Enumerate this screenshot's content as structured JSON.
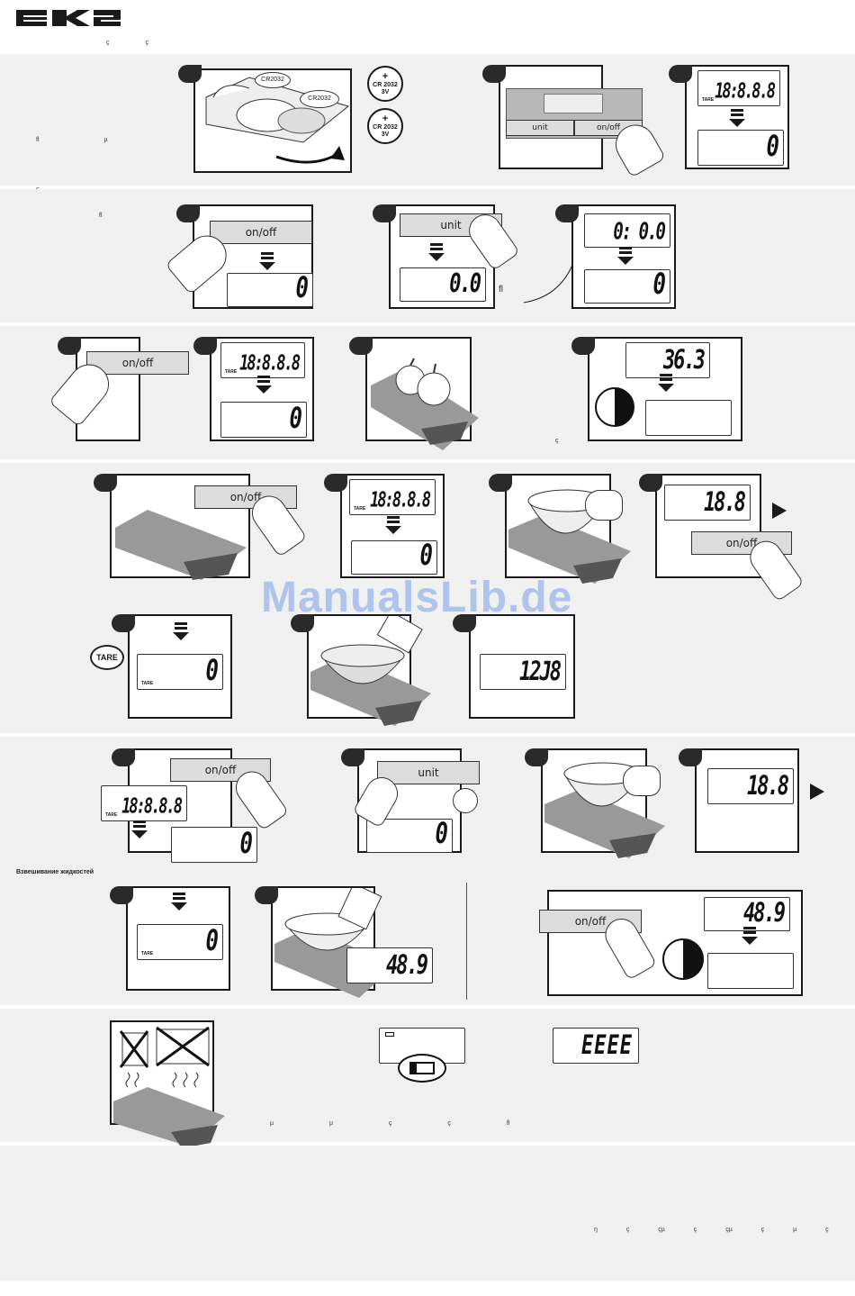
{
  "header": {
    "logo": "EKS",
    "subtitle_marks": "ç ç"
  },
  "section1": {
    "battery_label_1": "CR2032",
    "battery_label_2": "CR2032",
    "badge_plus": "+",
    "badge_model": "CR 2032",
    "badge_voltage": "3V",
    "button_unit": "unit",
    "button_onoff": "on/off",
    "lcd_full": "18:8.8.8",
    "lcd_zero": "0",
    "side_marks": "fl µ ç"
  },
  "section2": {
    "button_onoff": "on/off",
    "button_unit": "unit",
    "lcd_zero": "0",
    "lcd_oz": "0.0",
    "lcd_lb": "0: 0.0",
    "lcd_ml": "0",
    "side_mark": "fl"
  },
  "section3": {
    "button_onoff": "on/off",
    "lcd_full": "18:8.8.8",
    "lcd_zero": "0",
    "lcd_reading": "36.3",
    "tare_label": "TARE",
    "note_mark": "ç"
  },
  "section4": {
    "button_onoff": "on/off",
    "lcd_full": "18:8.8.8",
    "lcd_zero": "0",
    "lcd_reading": "18.8",
    "tare_badge": "TARE",
    "tare_label": "TARE",
    "lcd_result": "12J8",
    "watermark": "ManualsLib.de"
  },
  "section5": {
    "button_onoff": "on/off",
    "button_unit": "unit",
    "lcd_full": "18:8.8.8",
    "lcd_zero": "0",
    "lcd_reading": "18.8",
    "caption": "Взвешивание жидкостей",
    "tare_label": "TARE",
    "lcd_liquid": "48.9",
    "lcd_liquid_2": "48.9"
  },
  "section6": {
    "lcd_error": "EEEE",
    "marks": "µ µ ç ç fl"
  },
  "section7": {
    "marks": "ŋ ç çµ ç çµ ç µ ç"
  }
}
